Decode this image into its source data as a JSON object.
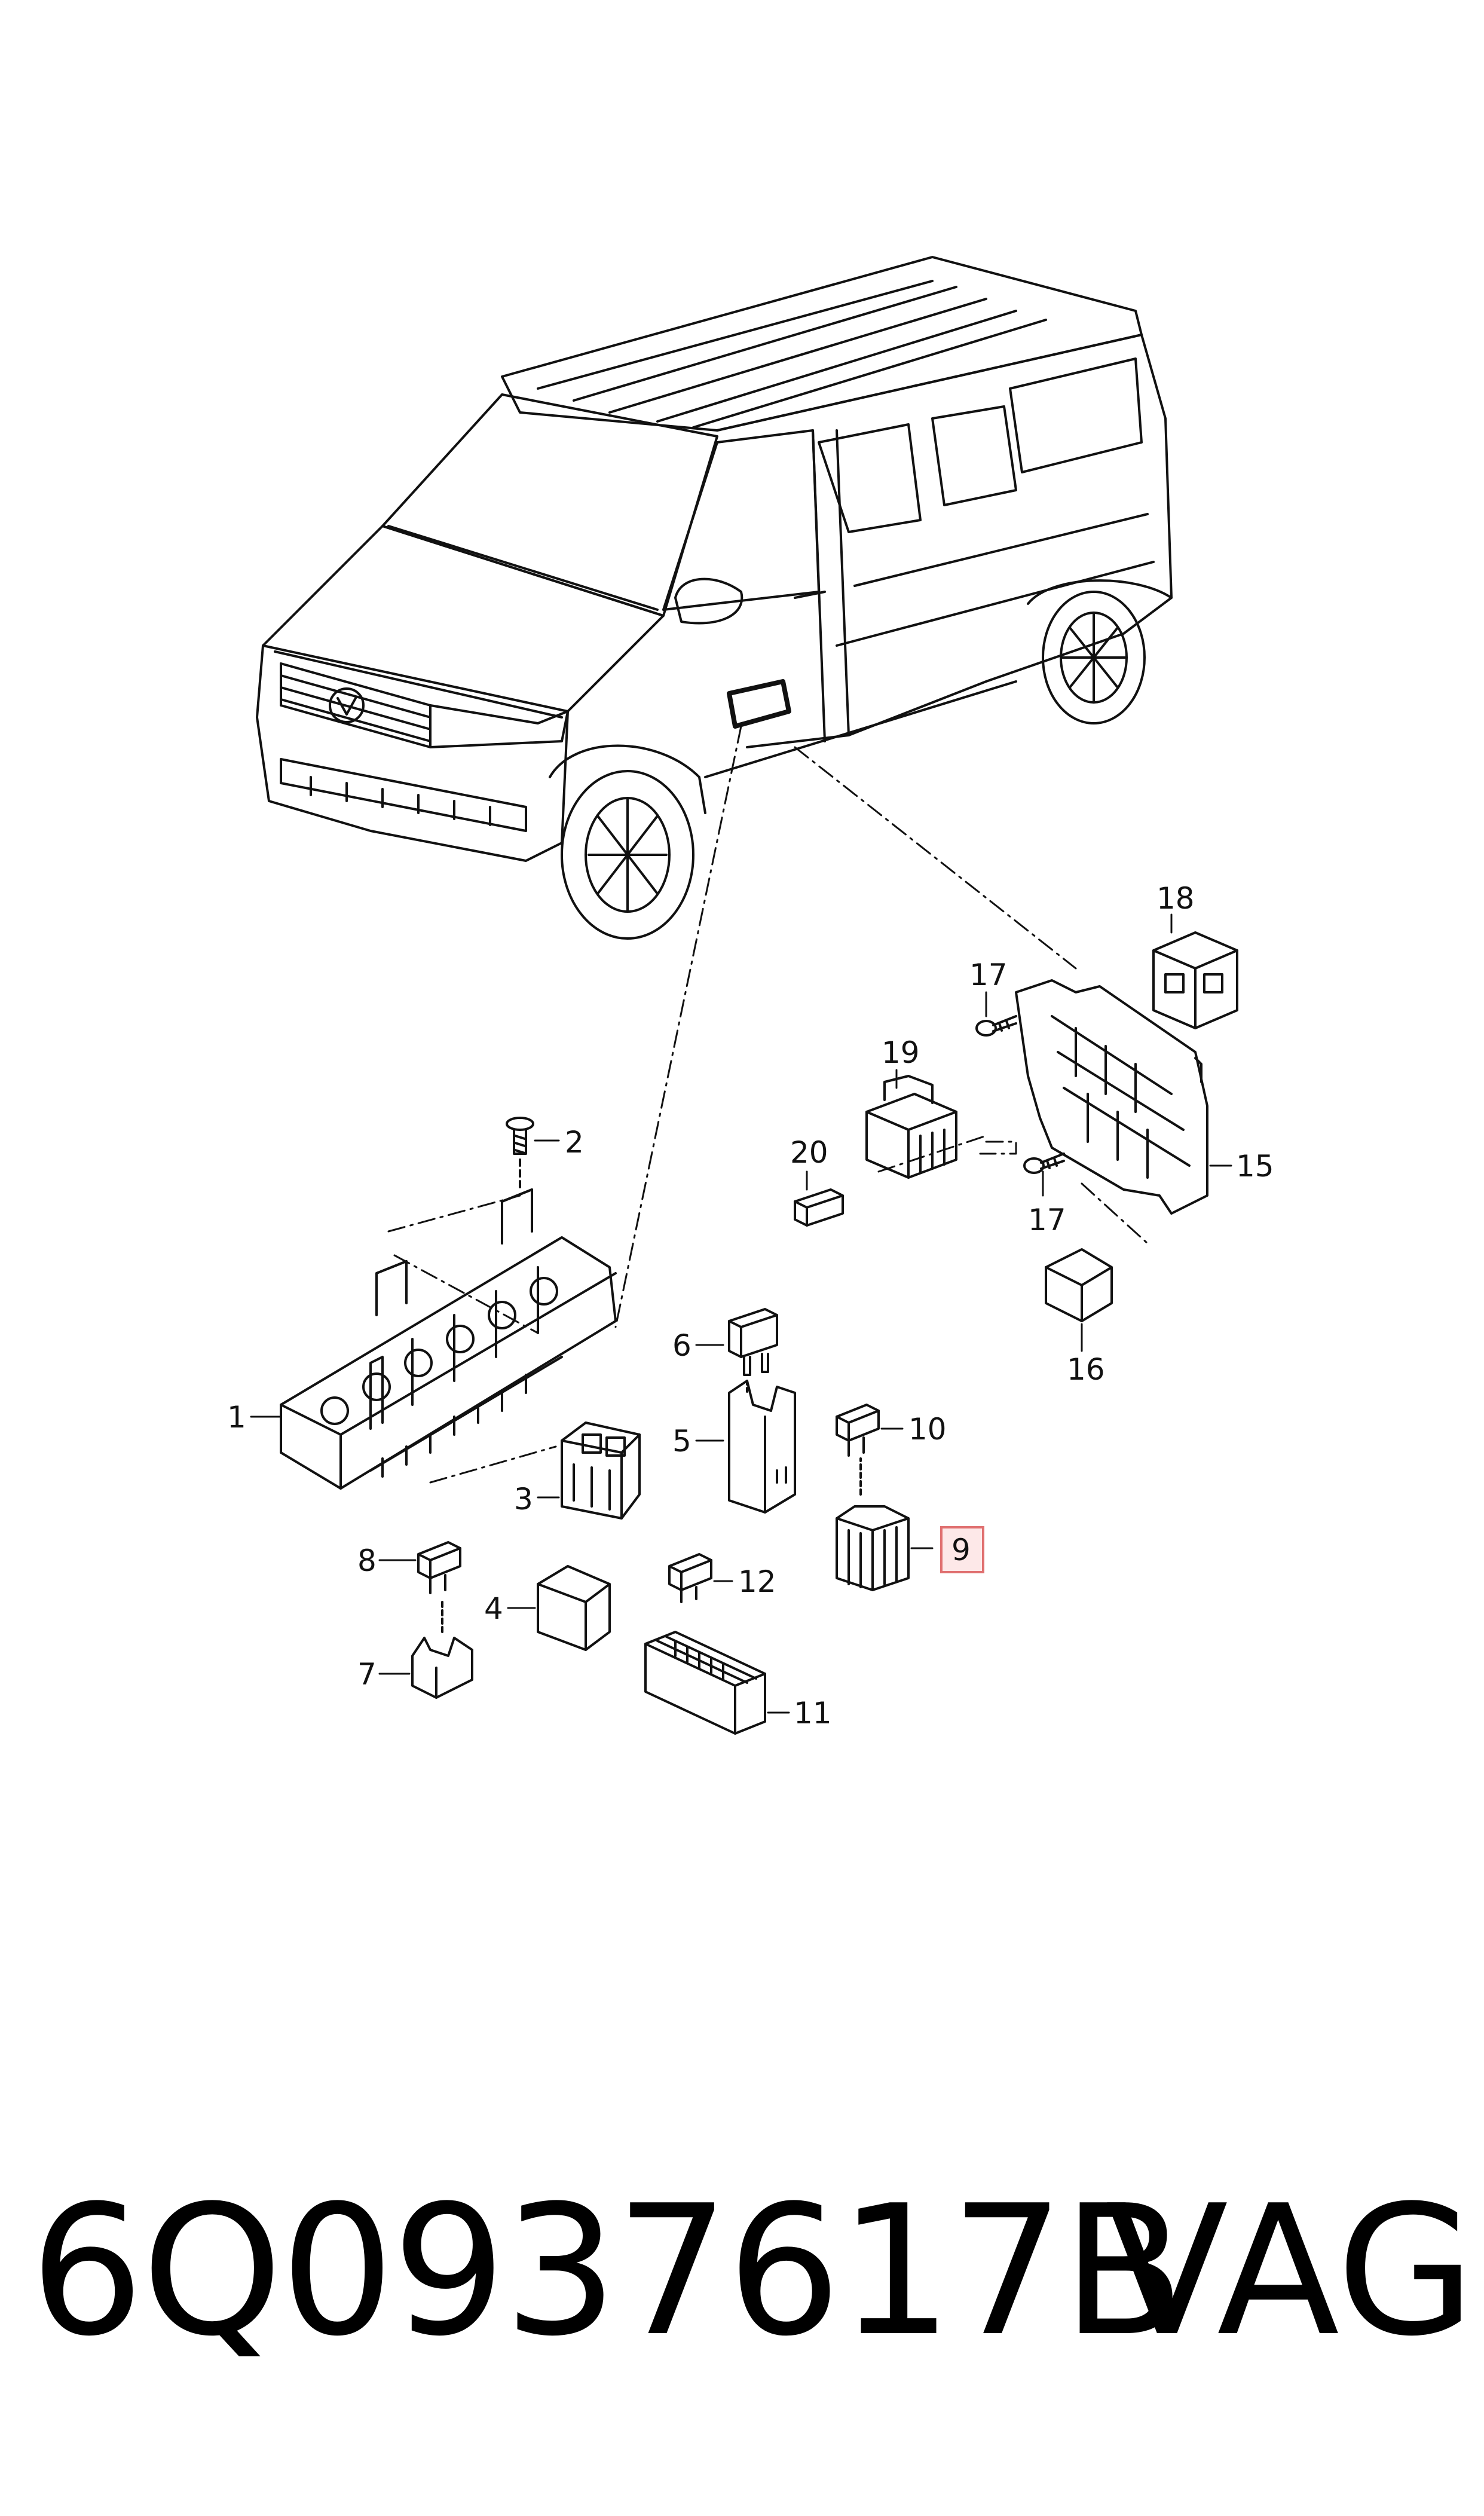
{
  "callouts": {
    "c1": "1",
    "c2": "2",
    "c3": "3",
    "c4": "4",
    "c5": "5",
    "c6": "6",
    "c7": "7",
    "c8": "8",
    "c9": "9",
    "c10": "10",
    "c11": "11",
    "c12": "12",
    "c15": "15",
    "c16": "16",
    "c17a": "17",
    "c17b": "17",
    "c18": "18",
    "c19": "19",
    "c20": "20"
  },
  "footer": {
    "part_number": "6Q0937617B",
    "brand": "VAG"
  },
  "colors": {
    "line": "#111111",
    "highlight_box": "#e07070",
    "highlight_fill": "#fde8e8"
  }
}
